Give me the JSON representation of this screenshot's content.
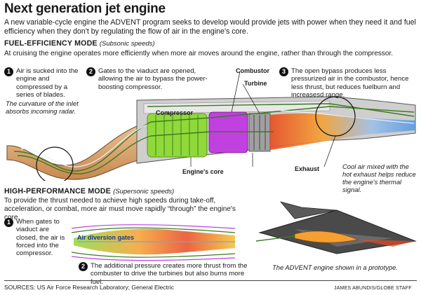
{
  "title": "Next generation jet engine",
  "lead": "A new variable-cycle engine the ADVENT program seeks to develop would provide jets with power when they need it and fuel efficiency when they don't by regulating the flow of air in the engine's core.",
  "fuel_mode": {
    "heading": "FUEL-EFFICIENCY MODE",
    "subtitle": "(Subsonic speeds)",
    "description": "At cruising the engine operates more efficiently when more air moves around the engine, rather than through the compressor.",
    "steps": [
      {
        "number": "1",
        "text": "Air is sucked into the engine and compressed by a series of blades."
      },
      {
        "number": "2",
        "text": "Gates to the viaduct are opened, allowing the air to bypass the power-boosting compressor."
      },
      {
        "number": "3",
        "text": "The open bypass produces less pressurized air in the combustor, hence less thrust, but reduces fuelburn and increasesd range."
      }
    ],
    "callouts": {
      "inlet": "The curvature of the inlet absorbs incoming radar.",
      "cool_air": "Cool air mixed with the hot exhaust helps reduce the engine's thermal signal."
    },
    "labels": {
      "compressor": "Compressor",
      "combustor": "Combustor",
      "turbine": "Turbine",
      "exhaust": "Exhaust",
      "core": "Engine's core"
    }
  },
  "perf_mode": {
    "heading": "HIGH-PERFORMANCE MODE",
    "subtitle": "(Supersonic speeds)",
    "description": "To provide the thrust needed to achieve high speeds during take-off, acceleration, or combat, more air must move rapidly “through” the engine's core.",
    "steps": [
      {
        "number": "1",
        "text": "When gates to viaduct are closed, the air is forced into the compressor."
      },
      {
        "number": "2",
        "text": "The additional pressure creates more thrust from the combuster to drive the turbines but also burns more fuel."
      }
    ],
    "label_gates": "Air diversion gates",
    "prototype_caption": "The ADVENT engine shown in a prototype."
  },
  "sources": "SOURCES: US Air Force Research Laboratory; General Electric",
  "credit": "JAMES ABUNDIS/GLOBE STAFF",
  "colors": {
    "compressor": "#8fd93a",
    "combustor": "#c040e0",
    "exhaust_hot": "#f5a030",
    "exhaust_cool": "#6aa8e8",
    "airflow": "#3a7a20",
    "engine_metal": "#6b6b6b"
  }
}
